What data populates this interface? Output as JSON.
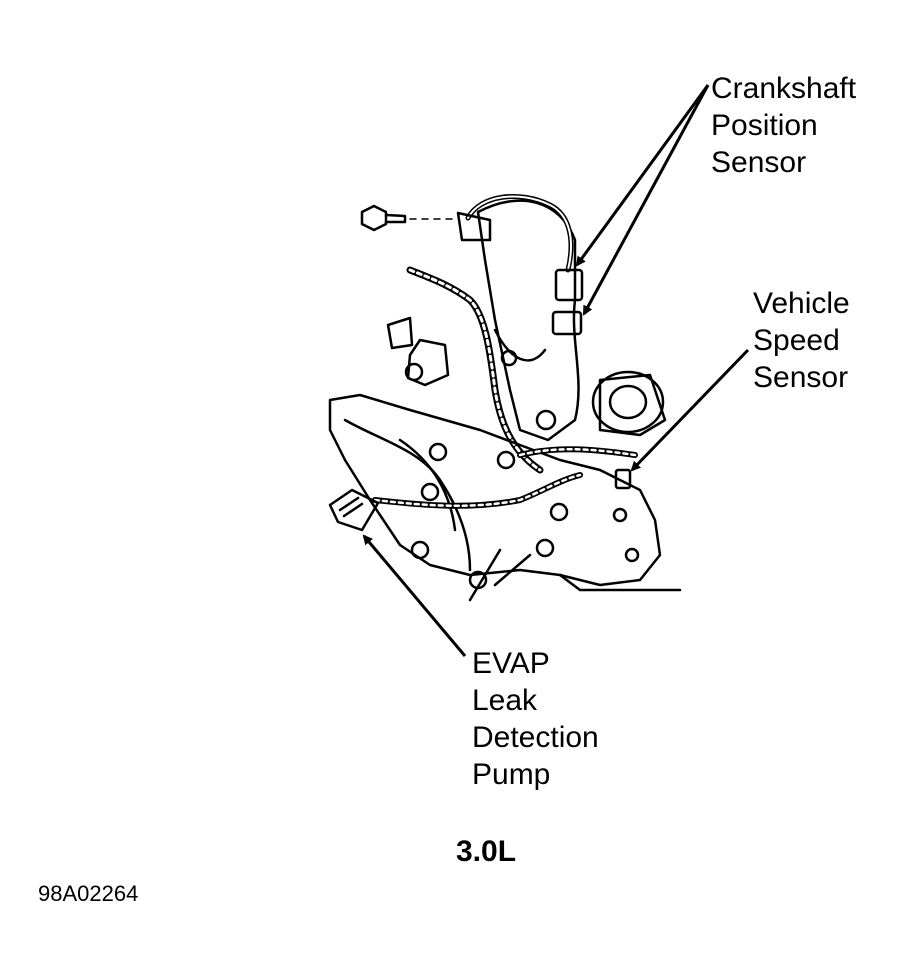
{
  "labels": {
    "crankshaft": [
      "Crankshaft",
      "Position",
      "Sensor"
    ],
    "vehicle_speed": [
      "Vehicle",
      "Speed",
      "Sensor"
    ],
    "evap": [
      "EVAP",
      "Leak",
      "Detection",
      "Pump"
    ]
  },
  "caption": "3.0L",
  "figure_id": "98A02264",
  "colors": {
    "line": "#000000",
    "background": "#ffffff"
  }
}
